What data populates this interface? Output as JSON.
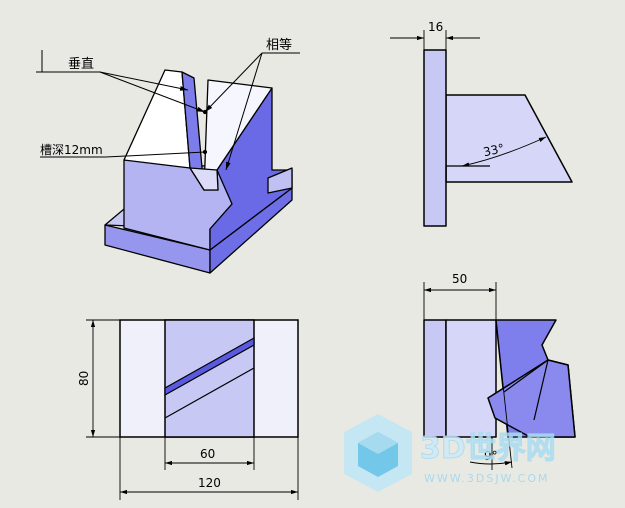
{
  "annotations": {
    "perpendicular": "垂直",
    "equal": "相等",
    "slot_depth": "槽深12mm"
  },
  "dimensions": {
    "side_width": "16",
    "side_angle": "33°",
    "front_width": "120",
    "front_slot": "60",
    "front_height": "80",
    "right_width": "50",
    "right_angle": "9°"
  },
  "watermark": {
    "title": "3D世界网",
    "url": "WWW.3DSJW.COM"
  },
  "colors": {
    "background": "#e9e9e3",
    "light_face": "#f0f0fa",
    "mid_face": "#c8c8f4",
    "dark_face": "#7878ea",
    "line": "#000000",
    "watermark": "#8fd3f0"
  }
}
